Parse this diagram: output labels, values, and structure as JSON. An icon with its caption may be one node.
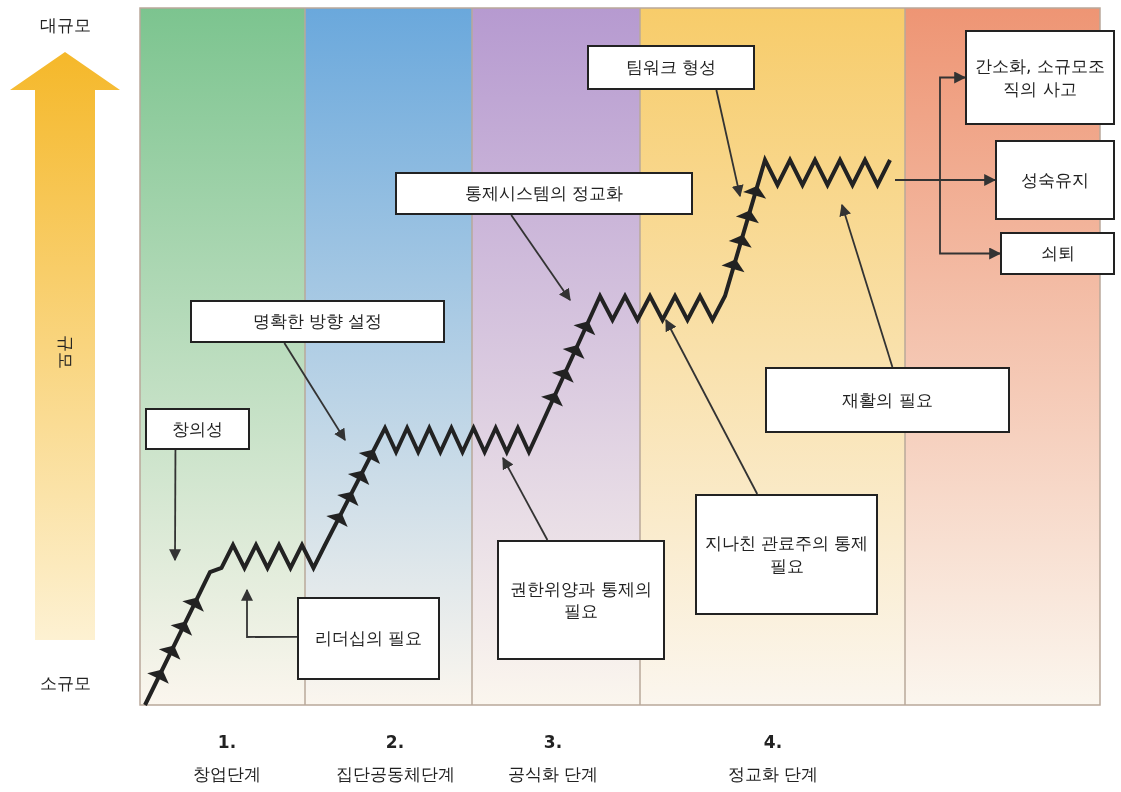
{
  "diagram": {
    "nodes": [
      {
        "text": [
          "팀워크 형성"
        ]
      },
      {
        "text": [
          "간소화, 소규모조직의 사고"
        ]
      },
      {
        "text": [
          "성숙유지"
        ]
      },
      {
        "text": [
          "쇠퇴"
        ]
      },
      {
        "text": [
          "통제시스템의 정교화"
        ]
      },
      {
        "text": [
          "명확한 방향 설정"
        ]
      },
      {
        "text": [
          "재활의 필요"
        ]
      },
      {
        "text": [
          "창의성"
        ]
      },
      {
        "text": [
          "지나친 관료주의 통제필요"
        ]
      },
      {
        "text": [
          "권한위양과 통제의 필요"
        ]
      },
      {
        "text": [
          "리더십의 필요"
        ]
      }
    ],
    "edges": [
      {
        "from": 0,
        "to": null,
        "arrow": "to"
      },
      {
        "from": 4,
        "to": null,
        "arrow": "to"
      },
      {
        "from": 5,
        "to": null,
        "arrow": "to"
      },
      {
        "from": 6,
        "to": null,
        "arrow": "to"
      },
      {
        "from": 7,
        "to": null,
        "arrow": "to"
      },
      {
        "from": 8,
        "to": null,
        "arrow": "to"
      },
      {
        "from": 9,
        "to": null,
        "arrow": "to"
      },
      {
        "from": 10,
        "to": null,
        "arrow": "to"
      },
      {
        "from": null,
        "to": 1,
        "arrow": "to"
      },
      {
        "from": null,
        "to": 2,
        "arrow": "to"
      },
      {
        "from": null,
        "to": 3,
        "arrow": "to"
      }
    ],
    "labels": [
      "대규모",
      "규모",
      "소규모",
      "1.",
      "창업단계",
      "2.",
      "집단공동체단계",
      "3.",
      "공식화 단계",
      "4.",
      "정교화 단계"
    ]
  }
}
